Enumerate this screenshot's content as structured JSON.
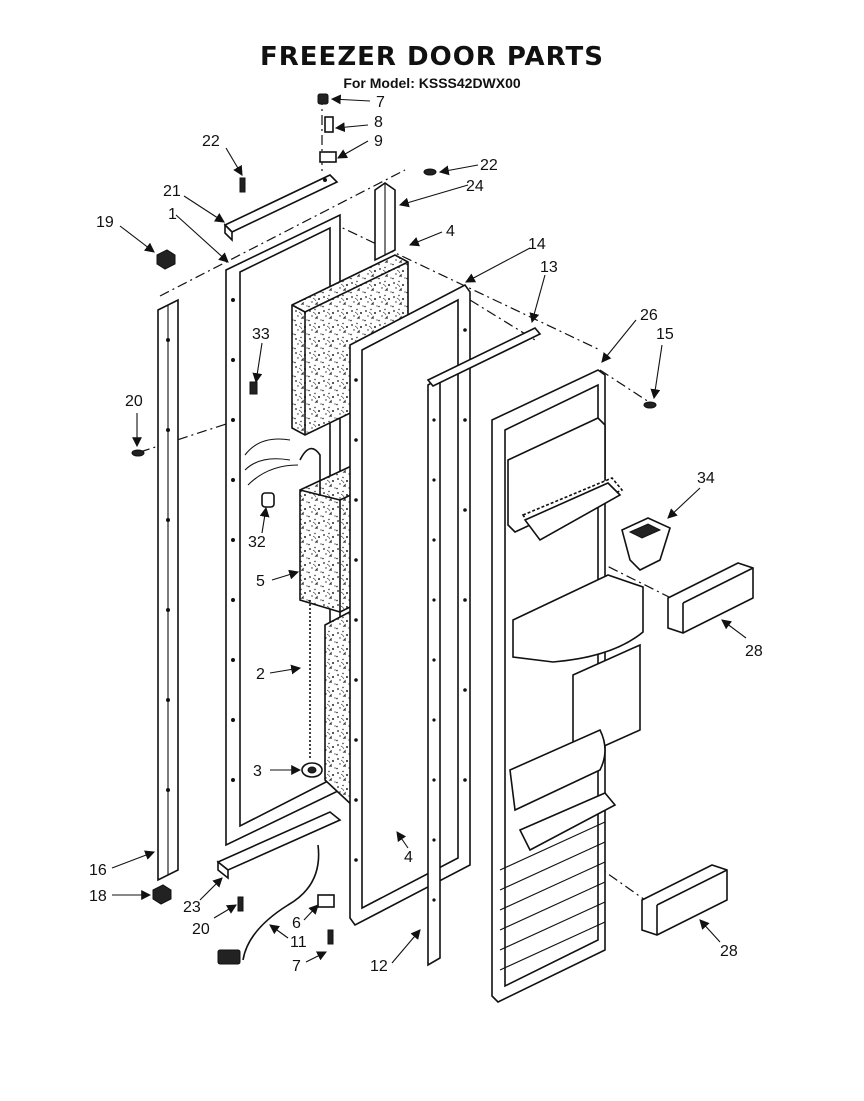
{
  "title": "FREEZER DOOR PARTS",
  "subtitle": "For Model: KSSS42DWX00",
  "callouts": {
    "c1": "1",
    "c2": "2",
    "c3": "3",
    "c4a": "4",
    "c4b": "4",
    "c5": "5",
    "c6": "6",
    "c7a": "7",
    "c7b": "7",
    "c8": "8",
    "c9": "9",
    "c11": "11",
    "c12": "12",
    "c13": "13",
    "c14": "14",
    "c15": "15",
    "c16": "16",
    "c18": "18",
    "c19": "19",
    "c20a": "20",
    "c20b": "20",
    "c21": "21",
    "c22a": "22",
    "c22b": "22",
    "c23": "23",
    "c24": "24",
    "c26": "26",
    "c28a": "28",
    "c28b": "28",
    "c32": "32",
    "c33": "33",
    "c34": "34"
  }
}
